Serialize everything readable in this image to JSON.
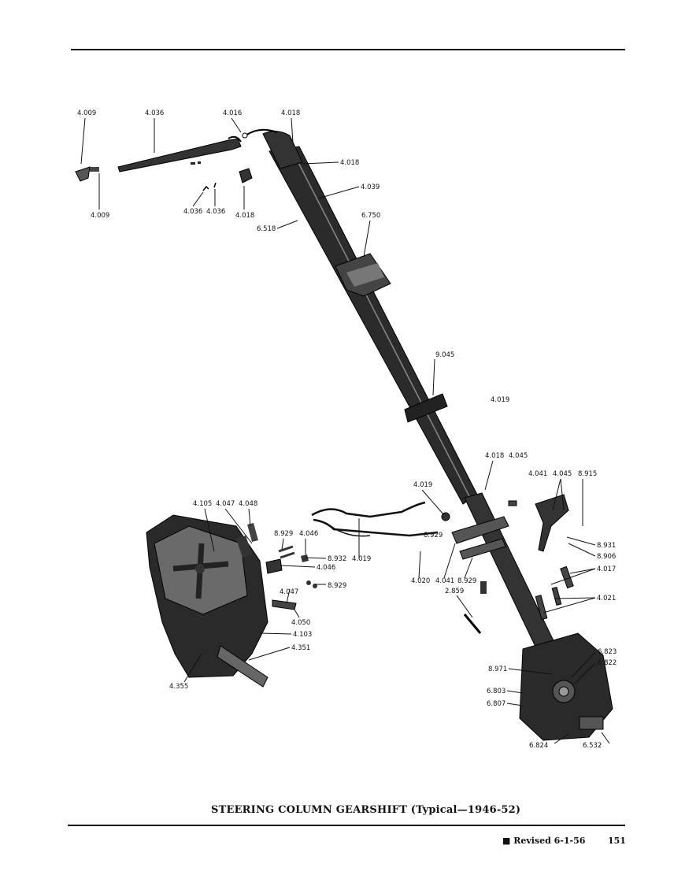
{
  "caption": "STEERING COLUMN GEARSHIFT (Typical—1946-52)",
  "footer": {
    "revised": "■ Revised 6-1-56",
    "page_number": "151"
  },
  "callouts": [
    "4.009",
    "4.036",
    "4.016",
    "4.018",
    "4.018",
    "4.039",
    "4.009",
    "4.036",
    "4.036",
    "4.018",
    "6.518",
    "6.750",
    "9.045",
    "4.019",
    "4.018",
    "4.045",
    "4.041",
    "4.045",
    "8.915",
    "4.019",
    "4.105",
    "4.047",
    "4.048",
    "8.929",
    "4.046",
    "8.929",
    "8.932",
    "4.019",
    "8.931",
    "8.906",
    "4.046",
    "4.017",
    "4.020",
    "4.041",
    "8.929",
    "8.929",
    "4.047",
    "2.859",
    "4.021",
    "4.050",
    "4.103",
    "4.351",
    "6.823",
    "6.822",
    "8.971",
    "4.355",
    "6.803",
    "6.807",
    "6.824",
    "6.532"
  ]
}
